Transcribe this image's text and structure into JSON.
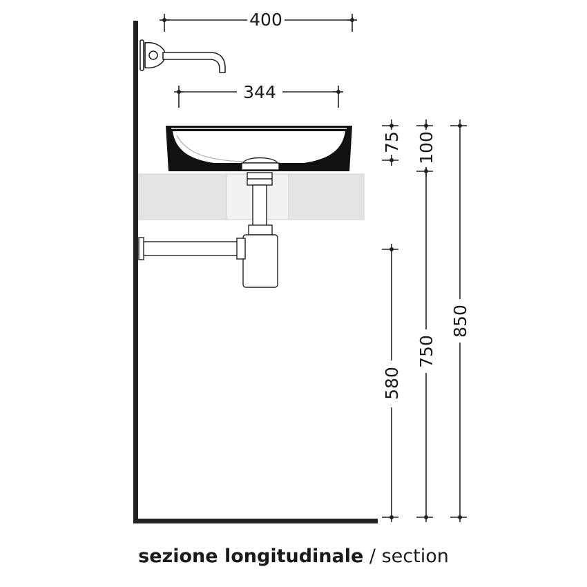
{
  "dimensions": {
    "faucet_reach": "400",
    "basin_width": "344",
    "basin_height": "75",
    "basin_top_height": "100",
    "floor_to_trap": "580",
    "floor_to_counter": "750",
    "floor_to_basin_top": "850"
  },
  "caption": {
    "italian": "sezione longitudinale",
    "separator": " / ",
    "english": "section"
  }
}
